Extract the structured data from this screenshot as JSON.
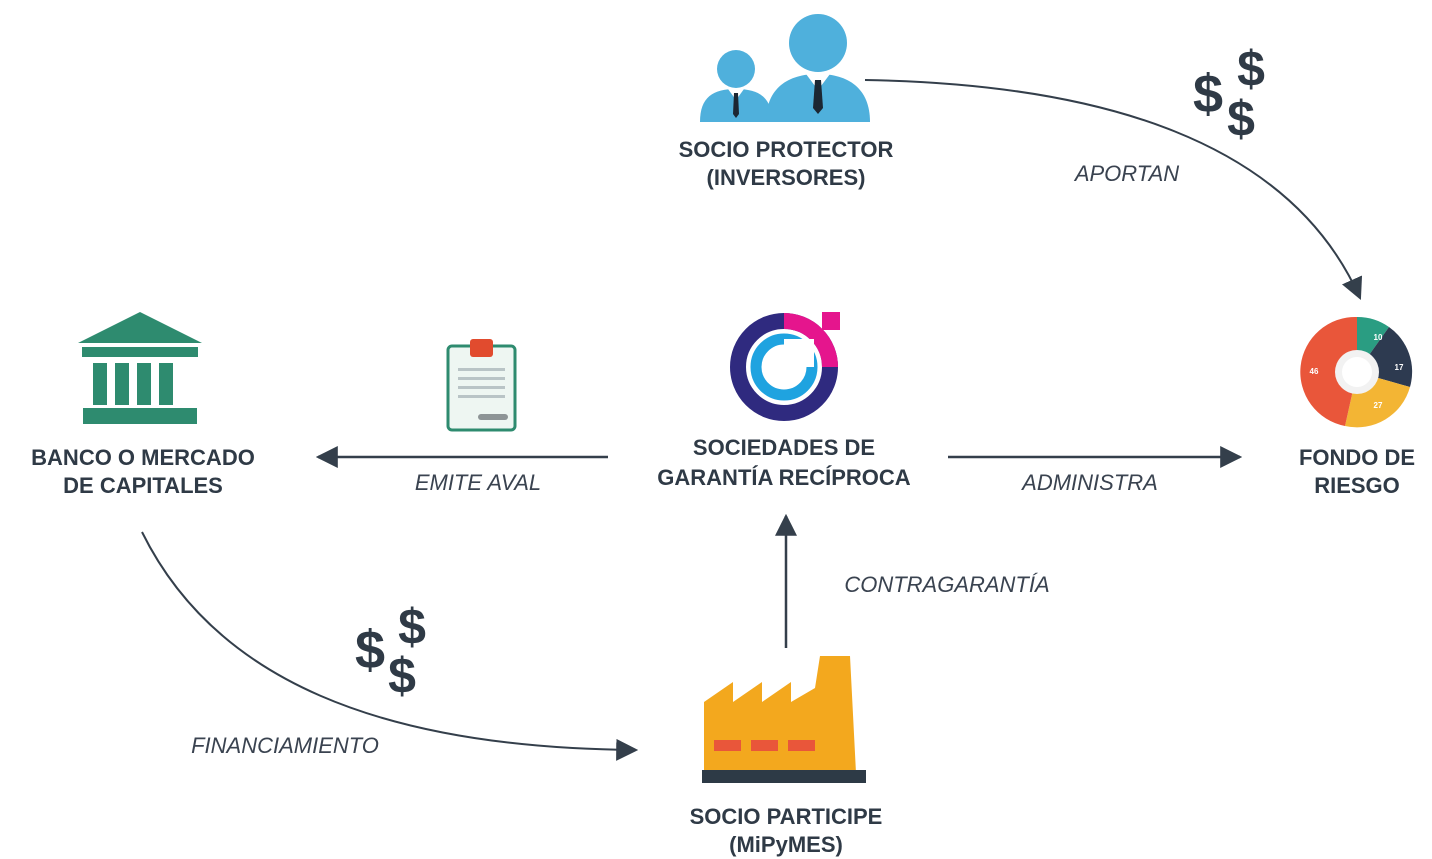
{
  "nodes": {
    "socio_protector": {
      "line1": "SOCIO PROTECTOR",
      "line2": "(INVERSORES)"
    },
    "banco": {
      "line1": "BANCO O MERCADO",
      "line2": "DE CAPITALES"
    },
    "sgr": {
      "line1": "SOCIEDADES DE",
      "line2": "GARANTÍA RECÍPROCA"
    },
    "fondo": {
      "line1": "FONDO DE",
      "line2": "RIESGO"
    },
    "socio_participe": {
      "line1": "SOCIO PARTICIPE",
      "line2": "(MiPyMES)"
    }
  },
  "edges": {
    "aportan": "APORTAN",
    "emite_aval": "EMITE AVAL",
    "administra": "ADMINISTRA",
    "contragarantia": "CONTRAGARANTÍA",
    "financiamiento": "FINANCIAMIENTO"
  },
  "donut_values": {
    "a": "10",
    "b": "17",
    "c": "27",
    "d": "46"
  },
  "dollar_sign": "$",
  "colors": {
    "text": "#2f3a46",
    "arrow": "#343f4b",
    "people": "#4fb0dc",
    "bank": "#2e8b6f",
    "factory": "#f3a81e",
    "sgr_navy": "#2f2a7f",
    "sgr_blue": "#1fa3e0",
    "sgr_magenta": "#e5158d",
    "donut_red": "#e9563a",
    "donut_teal": "#2a9d82",
    "donut_navy": "#2d3a50",
    "donut_yellow": "#f3b534"
  },
  "icons": [
    "people-icon",
    "bank-icon",
    "certificate-icon",
    "sgr-logo-icon",
    "pie-chart-icon",
    "factory-icon",
    "dollar-icon"
  ]
}
